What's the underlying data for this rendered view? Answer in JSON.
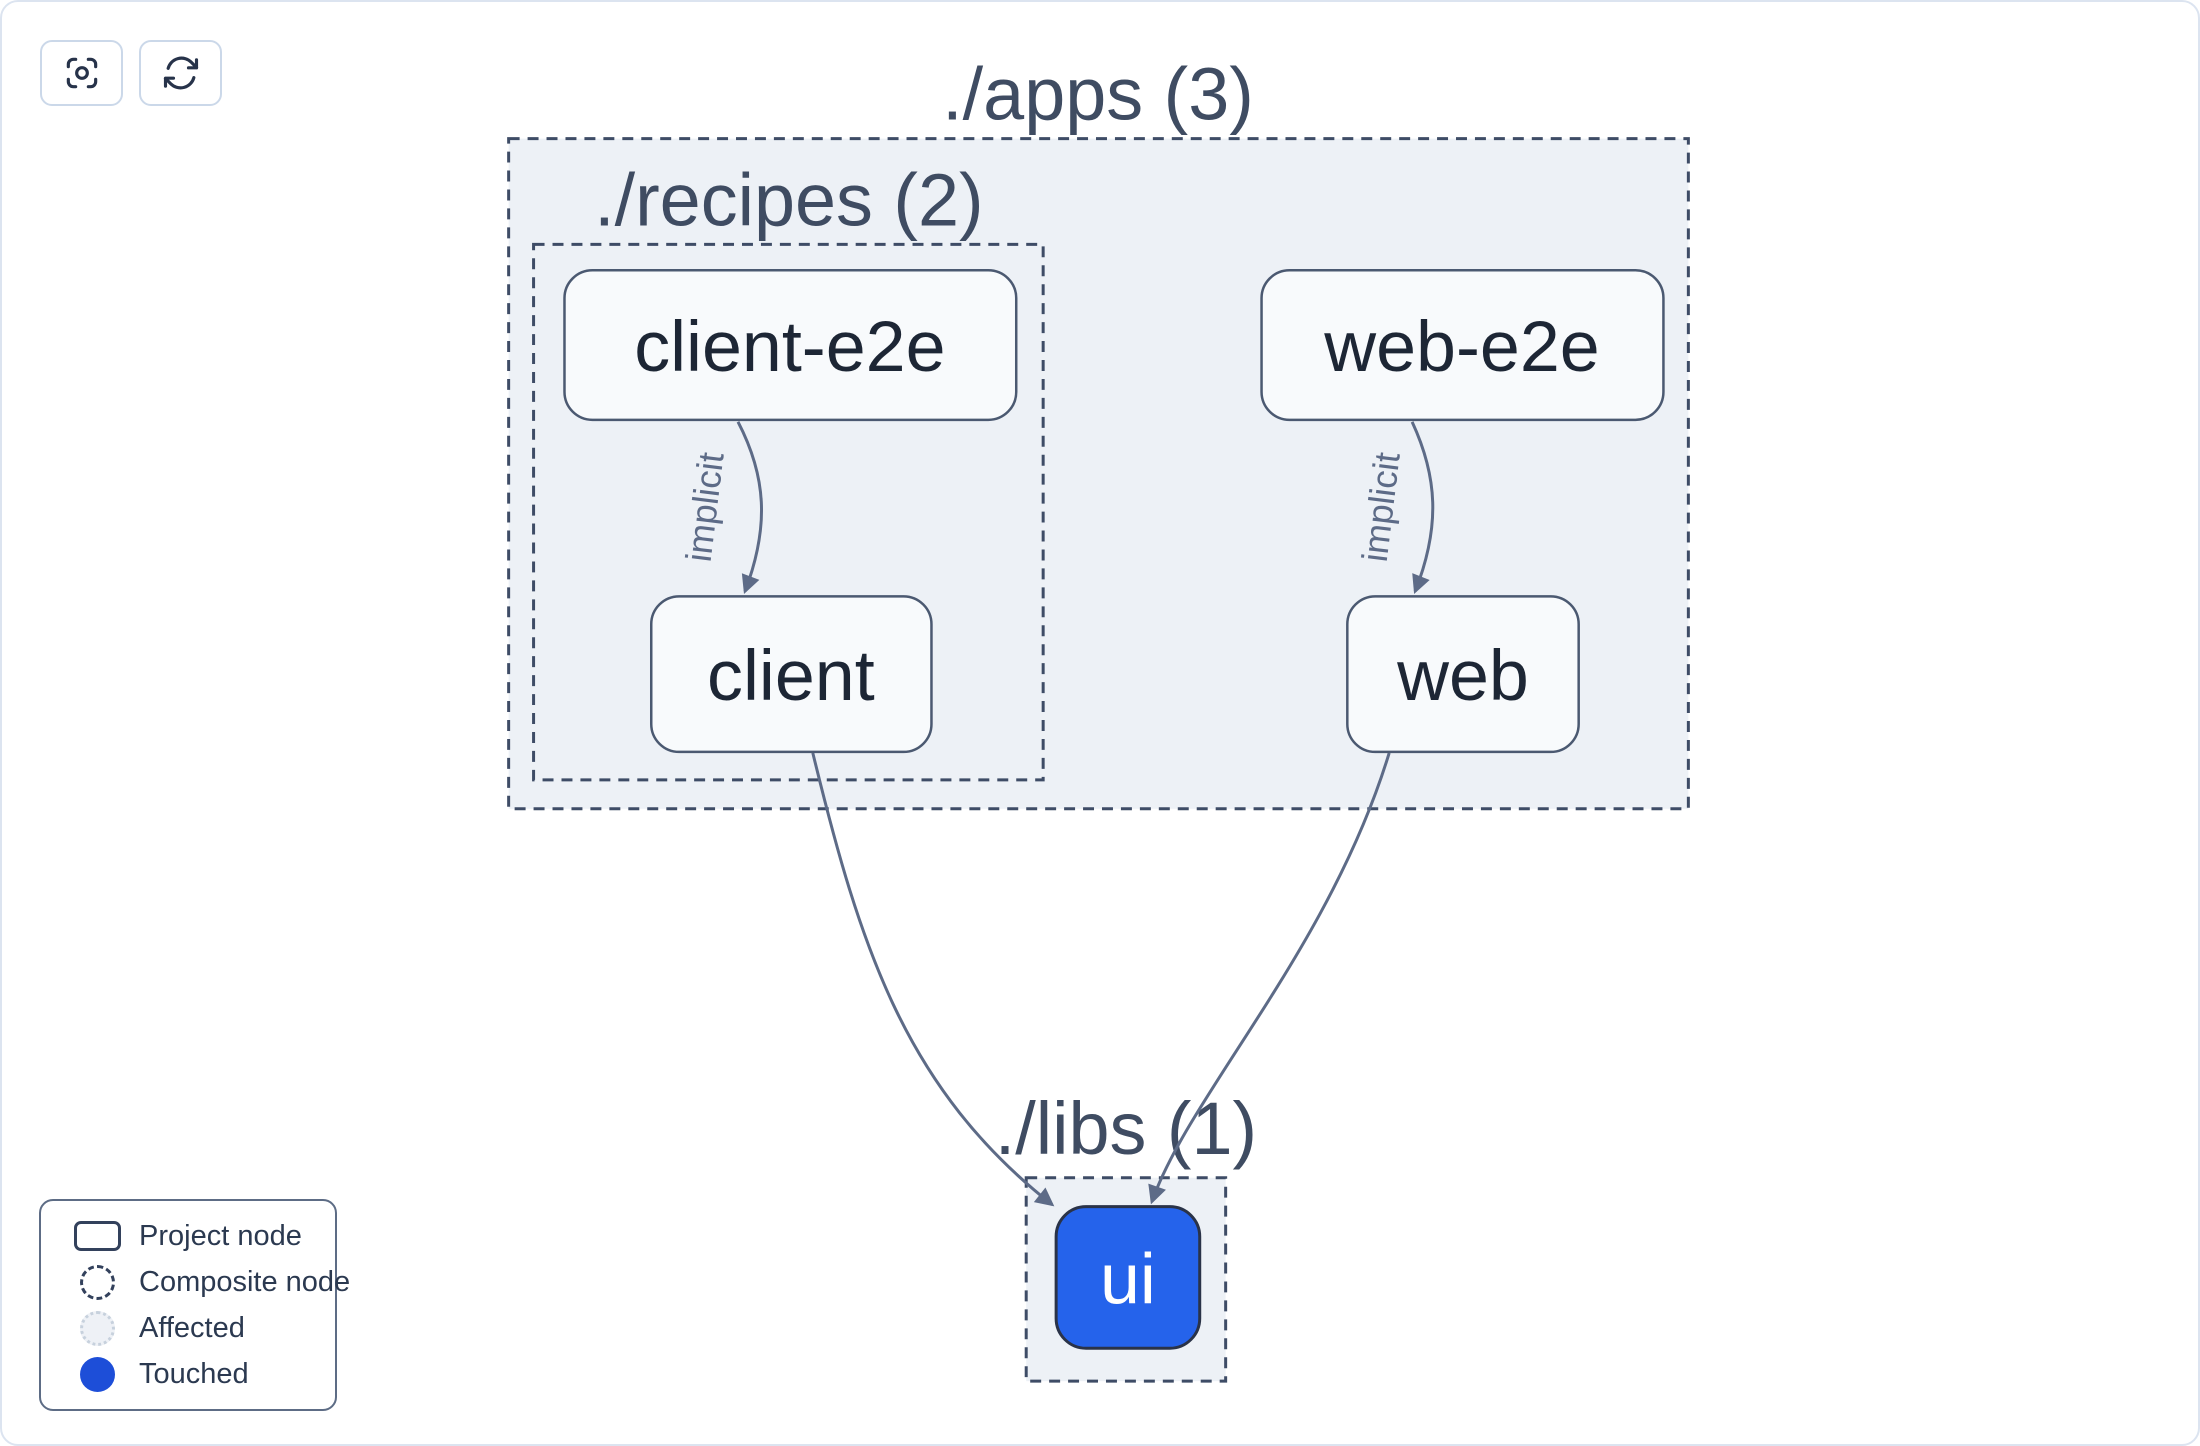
{
  "toolbar": {
    "buttons": [
      {
        "name": "center-graph",
        "icon": "viewfinder-icon"
      },
      {
        "name": "refresh-graph",
        "icon": "refresh-icon"
      }
    ]
  },
  "graph": {
    "composites": [
      {
        "id": "apps",
        "label": "./apps (3)",
        "count": 3
      },
      {
        "id": "recipes",
        "label": "./recipes (2)",
        "count": 2
      },
      {
        "id": "libs",
        "label": "./libs (1)",
        "count": 1
      }
    ],
    "nodes": [
      {
        "id": "client-e2e",
        "label": "client-e2e",
        "parent": "recipes",
        "state": "default"
      },
      {
        "id": "web-e2e",
        "label": "web-e2e",
        "parent": "apps",
        "state": "default"
      },
      {
        "id": "client",
        "label": "client",
        "parent": "recipes",
        "state": "default"
      },
      {
        "id": "web",
        "label": "web",
        "parent": "apps",
        "state": "default"
      },
      {
        "id": "ui",
        "label": "ui",
        "parent": "libs",
        "state": "touched"
      }
    ],
    "edges": [
      {
        "from": "client-e2e",
        "to": "client",
        "label": "implicit",
        "type": "implicit"
      },
      {
        "from": "web-e2e",
        "to": "web",
        "label": "implicit",
        "type": "implicit"
      },
      {
        "from": "client",
        "to": "ui",
        "label": "",
        "type": "static"
      },
      {
        "from": "web",
        "to": "ui",
        "label": "",
        "type": "static"
      }
    ],
    "colors": {
      "composite_fill": "#edf1f6",
      "dashed_border": "#3e4c66",
      "node_fill": "#f8fafc",
      "node_border": "#4b5971",
      "node_text": "#1d2635",
      "edge": "#5d6b87",
      "touched_node_fill": "#2563eb",
      "touched_node_text": "#ffffff"
    }
  },
  "legend": {
    "items": [
      {
        "label": "Project node",
        "swatch": "project-node"
      },
      {
        "label": "Composite node",
        "swatch": "composite-node"
      },
      {
        "label": "Affected",
        "swatch": "affected"
      },
      {
        "label": "Touched",
        "swatch": "touched",
        "color": "#1d4ed8"
      }
    ]
  }
}
